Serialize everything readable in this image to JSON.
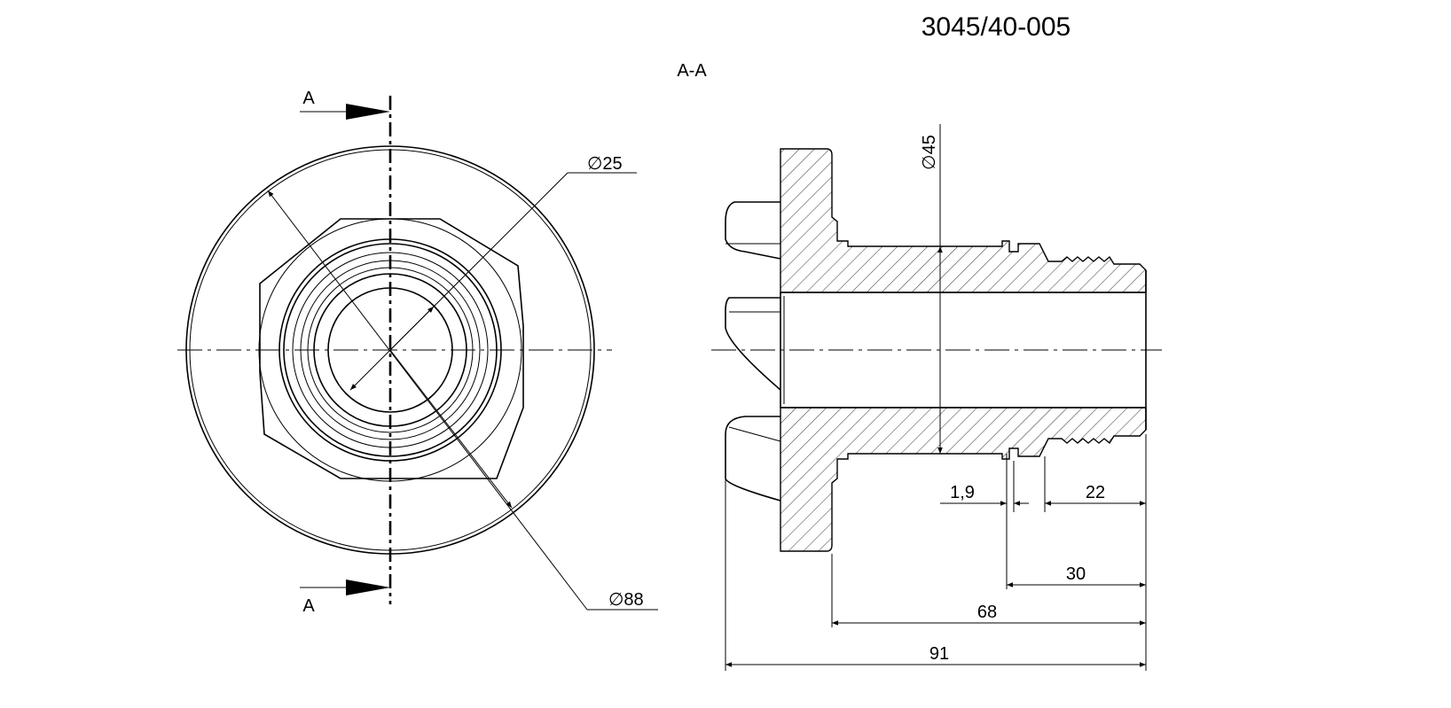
{
  "drawing": {
    "part_number": "3045/40-005",
    "section_title": "A-A",
    "cut_label_top": "A",
    "cut_label_bottom": "A"
  },
  "dimensions": {
    "dia_25": "∅25",
    "dia_88": "∅88",
    "dia_45": "∅45",
    "d_1_9": "1,9",
    "d_22": "22",
    "d_30": "30",
    "d_68": "68",
    "d_91": "91"
  }
}
